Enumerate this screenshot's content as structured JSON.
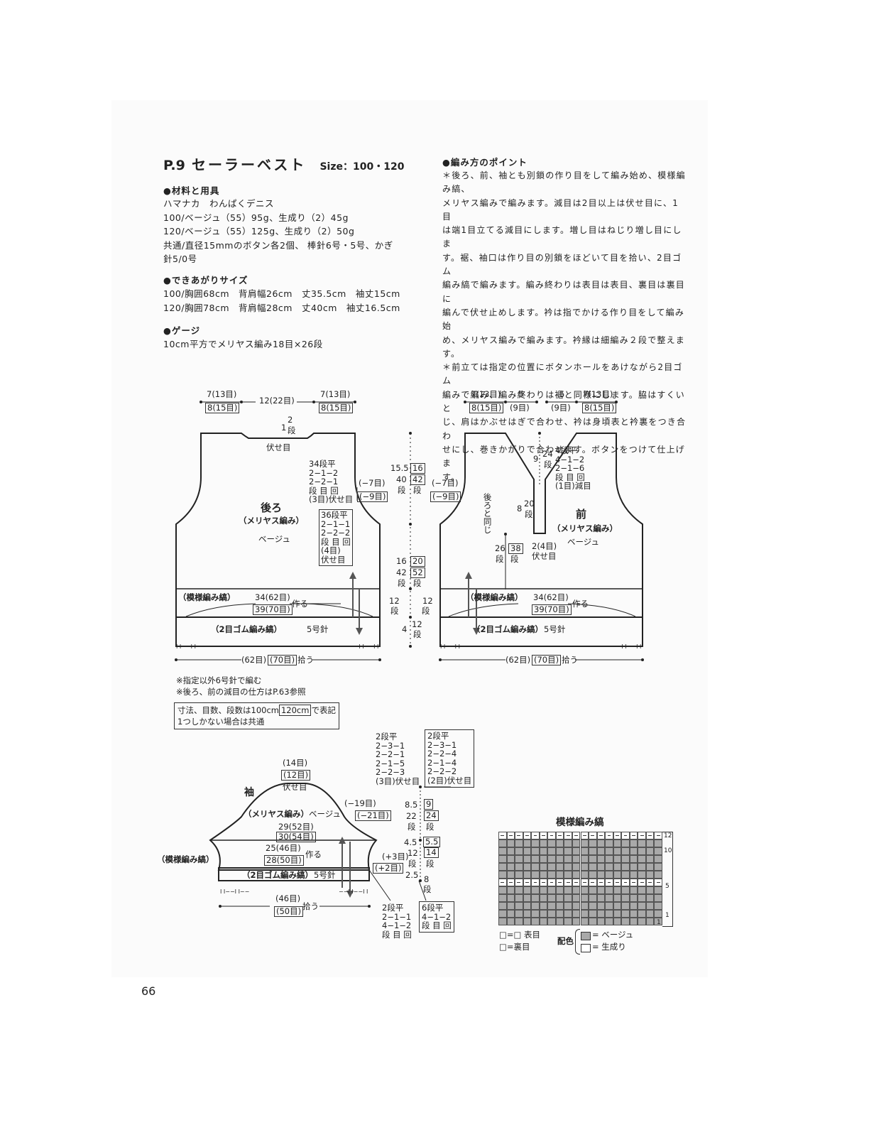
{
  "page_number": "66",
  "title": {
    "page_ref": "P.9",
    "name": "セーラーベスト",
    "size": "Size：100・120"
  },
  "materials": {
    "heading": "●材料と用具",
    "lines": [
      "ハマナカ　わんぱくデニス",
      "100/ベージュ（55）95g、生成り（2）45g",
      "120/ベージュ（55）125g、生成り（2）50g",
      "共通/直径15mmのボタン各2個、 棒針6号・5号、かぎ",
      "針5/0号"
    ]
  },
  "finished_size": {
    "heading": "●できあがりサイズ",
    "lines": [
      "100/胸囲68cm　背肩幅26cm　丈35.5cm　袖丈15cm",
      "120/胸囲78cm　背肩幅28cm　丈40cm　袖丈16.5cm"
    ]
  },
  "gauge": {
    "heading": "●ゲージ",
    "line": "10cm平方でメリヤス編み18目×26段"
  },
  "points": {
    "heading": "●編み方のポイント",
    "lines": [
      "＊後ろ、前、袖とも別鎖の作り目をして編み始め、模様編み縞、",
      "メリヤス編みで編みます。減目は2目以上は伏せ目に、1目",
      "は端1目立てる減目にします。増し目はねじり増し目にしま",
      "す。裾、袖口は作り目の別鎖をほどいて目を拾い、2目ゴム",
      "編み縞で編みます。編み終わりは表目は表目、裏目は裏目に",
      "編んで伏せ止めします。衿は指でかける作り目をして編み始",
      "め、メリヤス編みで編みます。衿縁は細編み２段で整えます。",
      "＊前立ては指定の位置にボタンホールをあけながら2目ゴム",
      "編みで編み、編み終わりは裾と同様にします。脇はすくいと",
      "じ、肩はかぶせはぎで合わせ、衿は身頃表と衿裏をつき合わ",
      "せにし、巻きかがりで合わせます。ボタンをつけて仕上げま",
      "す。"
    ]
  },
  "back": {
    "top_left": "7(13目)",
    "top_left_box": "8(15目)",
    "top_mid": "12(22目)",
    "top_right": "7(13目)",
    "top_right_box": "8(15目)",
    "neck_num": "1",
    "neck_box": "2",
    "neck_dan": "段",
    "neck_bind": "伏せ目",
    "name": "後ろ",
    "stitch": "（メリヤス編み）",
    "color": "ベージュ",
    "shoulder_dec": [
      "34段平",
      "2−1−2",
      "2−2−1",
      "段 目 回",
      "(3目)伏せ目"
    ],
    "arm_box_dec": [
      "36段平",
      "2−1−1",
      "2−2−2",
      "段 目 回",
      "(4目)",
      "伏せ目"
    ],
    "arm_a": "(−7目)",
    "arm_b": "(−9目)",
    "pattern": "（模様編み縞）",
    "cast": "34(62目)",
    "cast_box": "39(70目)",
    "make": "作る",
    "rib": "（2目ゴム編み縞）",
    "needle": "5号針",
    "rib_left": "I I−−I I−−",
    "rib_right": "−−I I−−I I",
    "pick": "(62目)",
    "pick_box": "(70目)",
    "pick_word": "拾う"
  },
  "middle": {
    "h1": "15.5",
    "h1_box": "16",
    "h1_dan": "40",
    "h1_dan_box": "42",
    "dan": "段",
    "h2": "16",
    "h2_box": "20",
    "h2_dan": "42",
    "h2_dan_box": "52",
    "h3": "12",
    "h4": "4",
    "h4_dan": "12"
  },
  "front": {
    "top_left": "7(13目)",
    "top_left_box": "8(15目)",
    "top_l5": "5",
    "top_l9": "(9目)",
    "top_r5": "5",
    "top_r9": "(9目)",
    "top_right": "7(13目)",
    "top_right_box": "8(15目)",
    "neck_9": "9",
    "neck_24": "24",
    "neck_dan": "段",
    "v_dec": [
      "4段平",
      "4−1−2",
      "2−1−6",
      "段 目 回",
      "(1目)減目"
    ],
    "same_back": "後ろと同じ",
    "arm_a": "(−7目)",
    "arm_b": "(−9目)",
    "placket_8": "8",
    "placket_20": "20",
    "placket_dan": "段",
    "bind2": "2(4目)",
    "bind_word": "伏せ目",
    "name": "前",
    "stitch": "（メリヤス編み）",
    "color": "ベージュ",
    "h26": "26",
    "h38": "38",
    "pattern": "（模様編み縞）",
    "cast": "34(62目)",
    "cast_box": "39(70目)",
    "make": "作る",
    "rib": "（2目ゴム編み縞）",
    "needle": "5号針",
    "rib_left": "I I−−I I−−",
    "rib_right": "−−I I−−I I",
    "pick": "(62目)",
    "pick_box": "(70目)",
    "pick_word": "拾う"
  },
  "notes": [
    "※指定以外6号針で編む",
    "※後ろ、前の減目の仕方はP.63参照"
  ],
  "size_note": {
    "line1_a": "寸法、目数、段数は100cm",
    "line1_box": "120cm",
    "line1_b": "で表記",
    "line2": "1つしかない場合は共通"
  },
  "sleeve": {
    "name": "袖",
    "top": "(14目)",
    "top_box": "(12目)",
    "top_bind": "伏せ目",
    "stitch": "（メリヤス編み）",
    "color": "ベージュ",
    "dec_a": "(−19目)",
    "dec_b": "(−21目)",
    "w1": "29(52目)",
    "w1_box": "30(54目)",
    "w2": "25(46目)",
    "w2_box": "28(50目)",
    "make": "作る",
    "inc_a": "(+3目)",
    "inc_b": "(+2目)",
    "pattern": "（模様編み縞）",
    "rib": "（2目ゴム編み縞）",
    "needle": "5号針",
    "rib_left": "I I−−I I−−",
    "rib_right": "−−I I−−I I",
    "pick": "(46目)",
    "pick_box": "(50目)",
    "pick_word": "拾う",
    "cap_left": [
      "2段平",
      "2−3−1",
      "2−2−1",
      "2−1−5",
      "2−2−3",
      "(3目)伏せ目"
    ],
    "cap_right": [
      "2段平",
      "2−3−1",
      "2−2−4",
      "2−1−4",
      "2−2−2",
      "(2目)伏せ目"
    ],
    "h85": "8.5",
    "h9": "9",
    "h22": "22",
    "h24": "24",
    "h45": "4.5",
    "h55": "5.5",
    "h12": "12",
    "h14": "14",
    "h25": "2.5",
    "h8": "8",
    "dan": "段",
    "inc_left": [
      "2段平",
      "2−1−1",
      "4−1−2",
      "段 目 回"
    ],
    "inc_right": [
      "6段平",
      "4−1−2",
      "段 目 回"
    ]
  },
  "chart": {
    "title": "模様編み縞",
    "row_labels": [
      "12",
      "10",
      "5",
      "1"
    ],
    "col_label": "1",
    "legend_knit": "□=□ 表目",
    "legend_purl": "□=裏目",
    "color_heading": "配色",
    "color_beige": "= ベージュ",
    "color_ecru": "= 生成り",
    "color_beige_hex": "#a9a9a9",
    "color_ecru_hex": "#ffffff"
  }
}
